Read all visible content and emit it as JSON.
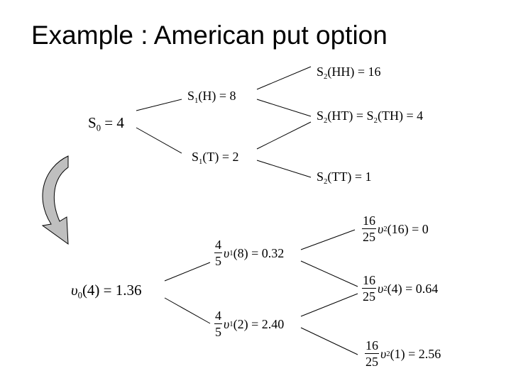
{
  "title": "Example : American put option",
  "stock_tree": {
    "s0": {
      "name": "S",
      "sub": "0",
      "rest": " = 4"
    },
    "s1h": {
      "name": "S",
      "sub": "1",
      "rest": "(H) = 8"
    },
    "s1t": {
      "name": "S",
      "sub": "1",
      "rest": "(T) = 2"
    },
    "s2hh": {
      "name": "S",
      "sub": "2",
      "rest": "(HH) = 16"
    },
    "s2ht": {
      "name": "S",
      "sub": "2",
      "rest1": "(HT) = S",
      "sub2": "2",
      "rest2": "(TH) = 4"
    },
    "s2tt": {
      "name": "S",
      "sub": "2",
      "rest": "(TT) = 1"
    }
  },
  "value_tree": {
    "v0": {
      "sym": "υ",
      "sub": "0",
      "rest": "(4) = 1.36"
    },
    "v1_8": {
      "num": "4",
      "den": "5",
      "sym": "υ",
      "sub": "1",
      "rest": "(8) = 0.32"
    },
    "v1_2": {
      "num": "4",
      "den": "5",
      "sym": "υ",
      "sub": "1",
      "rest": "(2) = 2.40"
    },
    "v2_16": {
      "num": "16",
      "den": "25",
      "sym": "υ",
      "sub": "2",
      "rest": "(16) = 0"
    },
    "v2_4": {
      "num": "16",
      "den": "25",
      "sym": "υ",
      "sub": "2",
      "rest": "(4) = 0.64"
    },
    "v2_1": {
      "num": "16",
      "den": "25",
      "sym": "υ",
      "sub": "2",
      "rest": "(1) = 2.56"
    }
  },
  "colors": {
    "arrow_fill": "#bfbfbf",
    "line": "#000000"
  },
  "icons": {
    "arrow": "curved-down-arrow-icon"
  }
}
